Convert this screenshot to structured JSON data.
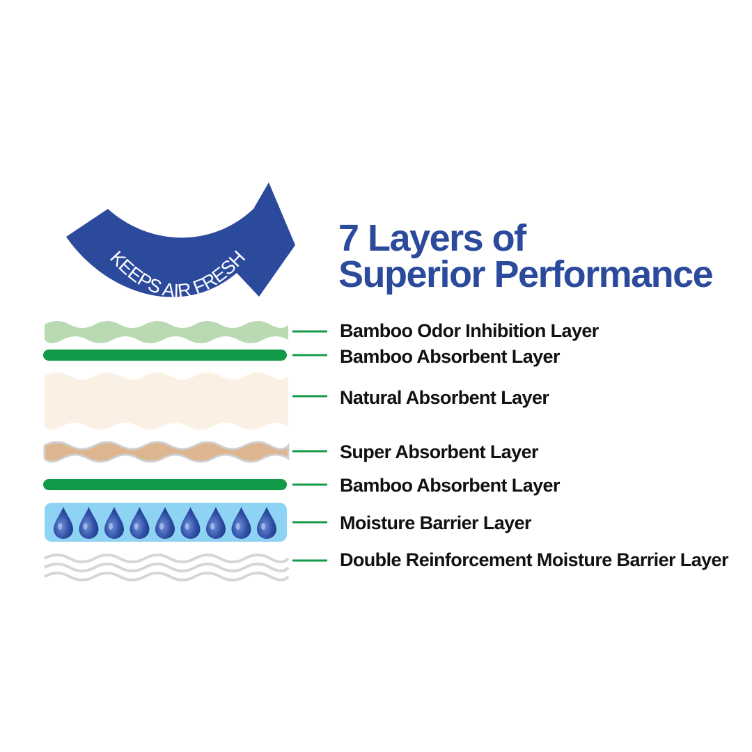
{
  "arrow": {
    "text": "KEEPS AIR FRESH",
    "color": "#2b4a9c"
  },
  "title": {
    "line1": "7 Layers of",
    "line2": "Superior Performance",
    "color": "#2b4a9c"
  },
  "leader_color": "#139a48",
  "layers": [
    {
      "label": "Bamboo Odor Inhibition Layer",
      "color": "#b9d9b3"
    },
    {
      "label": "Bamboo Absorbent Layer",
      "color": "#139a48"
    },
    {
      "label": "Natural Absorbent Layer",
      "color": "#faf1e4"
    },
    {
      "label": "Super Absorbent Layer",
      "color": "#ddb58f"
    },
    {
      "label": "Bamboo Absorbent Layer",
      "color": "#139a48"
    },
    {
      "label": "Moisture Barrier Layer",
      "color": "#8fd3f4"
    },
    {
      "label": "Double Reinforcement Moisture Barrier Layer",
      "color": "#d6d6d6"
    }
  ],
  "droplet_count": 9,
  "icons": [
    "curved-arrow-icon",
    "water-drop-icon"
  ]
}
